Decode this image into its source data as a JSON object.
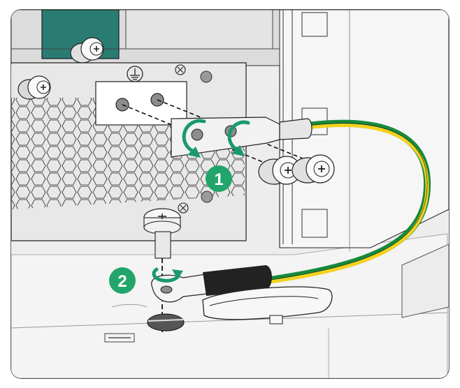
{
  "steps": [
    {
      "label": "1",
      "action": "attach-grounding-lug-to-chassis"
    },
    {
      "label": "2",
      "action": "attach-grounding-lug-to-floor"
    }
  ],
  "colors": {
    "accent": "#1a9a6a",
    "callout": "#22a56a",
    "panel_teal": "#2a7c72",
    "cable_green": "#178a3c",
    "cable_yellow": "#f2d21f",
    "chassis_gray": "#e9e9e9",
    "outline": "#222222"
  },
  "icons": [
    "ground-symbol-icon",
    "screw-icon",
    "rotate-arrow-icon",
    "grounding-cable-icon"
  ]
}
